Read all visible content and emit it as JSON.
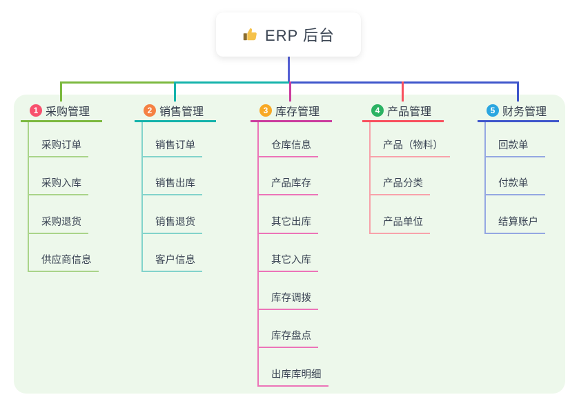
{
  "root": {
    "title": "ERP 后台",
    "icon": "thumbs-up"
  },
  "colors": {
    "trunk": "#5560d4",
    "panel": "#edf8eb",
    "text": "#3a4454"
  },
  "branches": [
    {
      "number": "1",
      "label": "采购管理",
      "color": "#7cb93f",
      "light": "#a9d489",
      "badge": "#f8516d",
      "items": [
        "采购订单",
        "采购入库",
        "采购退货",
        "供应商信息"
      ]
    },
    {
      "number": "2",
      "label": "销售管理",
      "color": "#14b3ab",
      "light": "#82d3cb",
      "badge": "#f58143",
      "items": [
        "销售订单",
        "销售出库",
        "销售退货",
        "客户信息"
      ]
    },
    {
      "number": "3",
      "label": "库存管理",
      "color": "#cb3d9e",
      "light": "#ec74b8",
      "badge": "#f8a924",
      "items": [
        "仓库信息",
        "产品库存",
        "其它出库",
        "其它入库",
        "库存调拨",
        "库存盘点",
        "出库库明细"
      ]
    },
    {
      "number": "4",
      "label": "产品管理",
      "color": "#f8505e",
      "light": "#f8a2aa",
      "badge": "#2bb263",
      "items": [
        "产品（物料）",
        "产品分类",
        "产品单位"
      ]
    },
    {
      "number": "5",
      "label": "财务管理",
      "color": "#3f56cb",
      "light": "#94a7e2",
      "badge": "#2ba6e0",
      "items": [
        "回款单",
        "付款单",
        "结算账户"
      ]
    }
  ]
}
